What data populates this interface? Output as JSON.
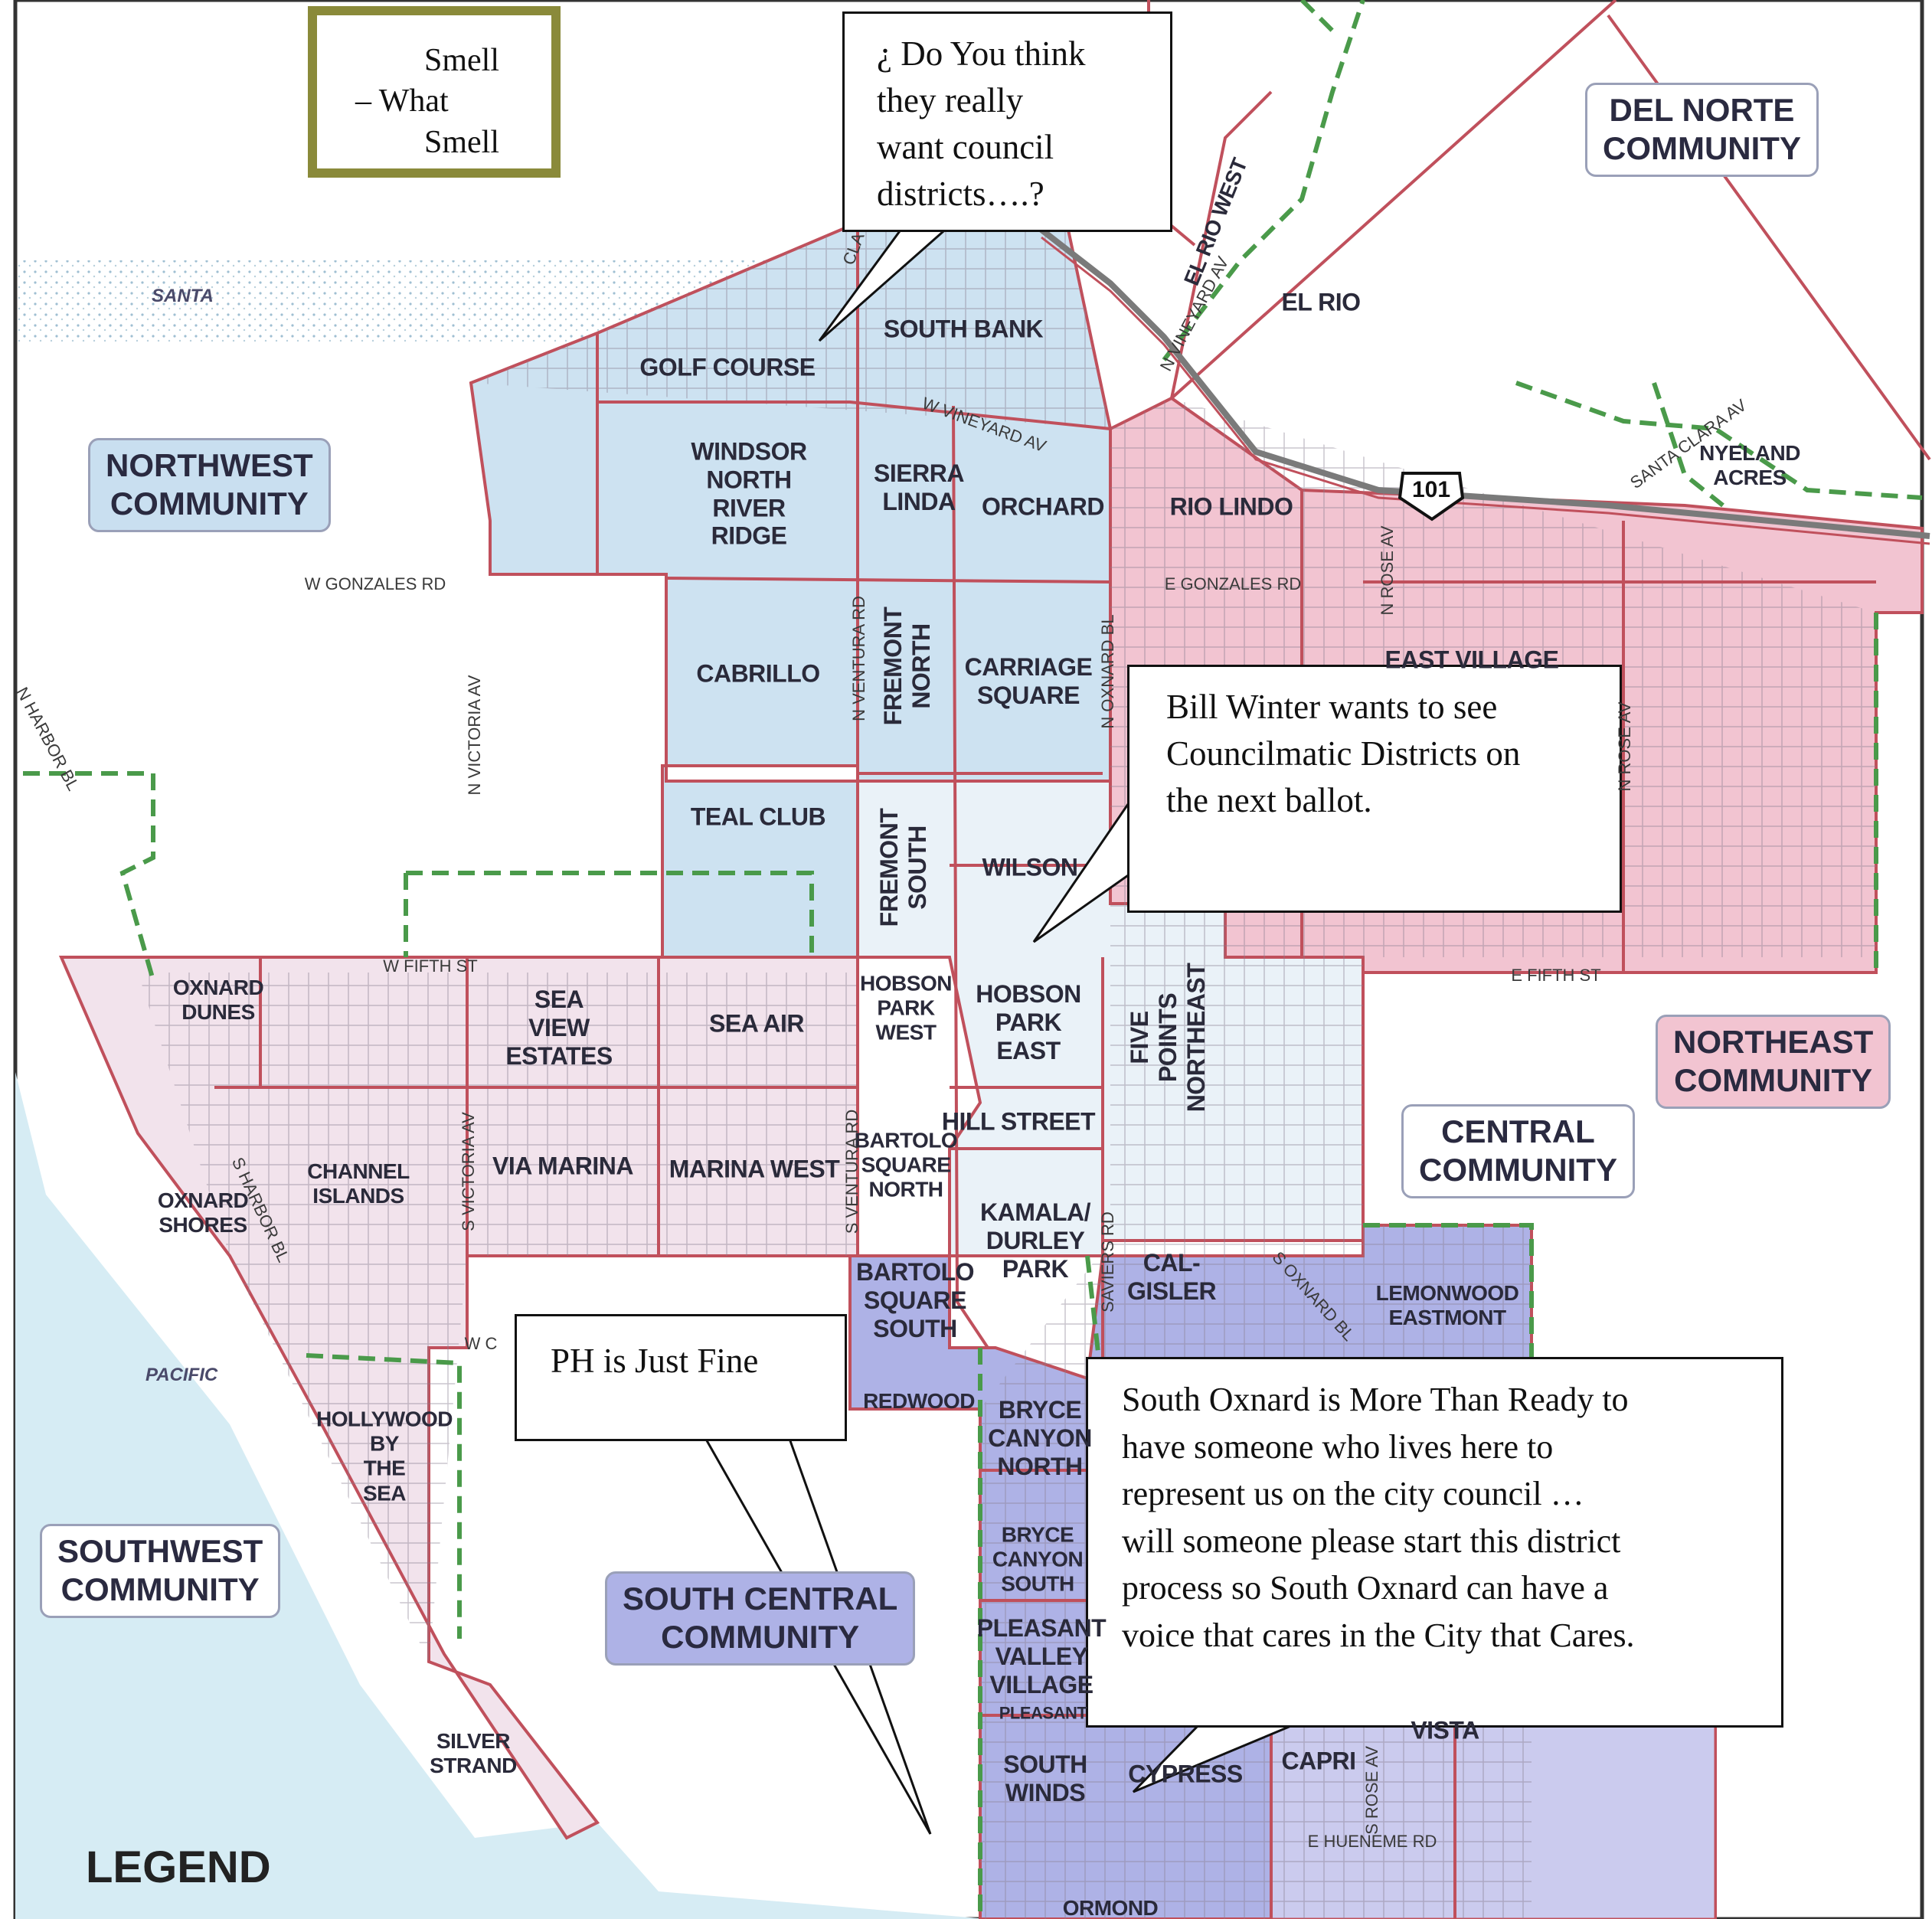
{
  "smell_box": {
    "line1": "Smell",
    "line2": "– What",
    "line3": "Smell"
  },
  "bubbles": {
    "council": "¿ Do You think\nthey really\nwant council\ndistricts….?",
    "bill": "Bill Winter wants to see\nCouncilmatic Districts on\nthe next ballot.",
    "ph": "PH is Just Fine",
    "south": "South Oxnard is More Than Ready to\nhave someone who lives here to\nrepresent us on the city council …\nwill someone please start this district\nprocess so South Oxnard can have a\nvoice that cares in the City that Cares."
  },
  "communities": {
    "northwest": "NORTHWEST\nCOMMUNITY",
    "delnorte": "DEL NORTE\nCOMMUNITY",
    "northeast": "NORTHEAST\nCOMMUNITY",
    "central": "CENTRAL\nCOMMUNITY",
    "southwest": "SOUTHWEST\nCOMMUNITY",
    "southcentral": "SOUTH CENTRAL\nCOMMUNITY"
  },
  "neighborhoods": {
    "golf_course": "GOLF COURSE",
    "south_bank": "SOUTH BANK",
    "windsor": "WINDSOR\nNORTH\nRIVER\nRIDGE",
    "sierra_linda": "SIERRA\nLINDA",
    "orchard": "ORCHARD",
    "rio_lindo": "RIO LINDO",
    "el_rio": "EL RIO",
    "el_rio_west": "EL RIO WEST",
    "nyeland": "NYELAND\nACRES",
    "east_village": "EAST VILLAGE",
    "cabrillo": "CABRILLO",
    "fremont_north": "FREMONT\nNORTH",
    "carriage_square": "CARRIAGE\nSQUARE",
    "teal_club": "TEAL CLUB",
    "fremont_south": "FREMONT\nSOUTH",
    "wilson": "WILSON",
    "oxnard_dunes": "OXNARD\nDUNES",
    "sea_view": "SEA\nVIEW\nESTATES",
    "sea_air": "SEA AIR",
    "hobson_west": "HOBSON\nPARK\nWEST",
    "hobson_east": "HOBSON\nPARK\nEAST",
    "five_points": "FIVE\nPOINTS\nNORTHEAST",
    "channel_islands": "CHANNEL\nISLANDS",
    "oxnard_shores": "OXNARD\nSHORES",
    "via_marina": "VIA MARINA",
    "marina_west": "MARINA WEST",
    "bartolo_north": "BARTOLO\nSQUARE\nNORTH",
    "hill_street": "HILL STREET",
    "kamala": "KAMALA/\nDURLEY\nPARK",
    "cal_gisler": "CAL-\nGISLER",
    "lemonwood": "LEMONWOOD\nEASTMONT",
    "bartolo_south": "BARTOLO\nSQUARE\nSOUTH",
    "redwood": "REDWOOD",
    "bryce_north": "BRYCE\nCANYON\nNORTH",
    "bryce_south": "BRYCE\nCANYON\nSOUTH",
    "hollywood": "HOLLYWOOD\nBY\nTHE\nSEA",
    "pleasant_valley": "PLEASANT\nVALLEY\nVILLAGE",
    "pleasant": "PLEASANT",
    "south_winds": "SOUTH\nWINDS",
    "cypress": "CYPRESS",
    "capri": "CAPRI",
    "vista": "VISTA",
    "silver_strand": "SILVER\nSTRAND",
    "ormond": "ORMOND"
  },
  "roads": {
    "w_vineyard": "W VINEYARD AV",
    "n_vineyard": "N VINEYARD AV",
    "w_gonzales": "W GONZALES RD",
    "e_gonzales": "E GONZALES RD",
    "n_ventura": "N VENTURA RD",
    "n_oxnard": "N OXNARD BL",
    "n_rose": "N ROSE AV",
    "rose_av": "N ROSE AV",
    "n_victoria": "N VICTORIA AV",
    "n_harbor": "N HARBOR BL",
    "w_fifth": "W FIFTH ST",
    "e_fifth": "E FIFTH ST",
    "s_harbor": "S HARBOR BL",
    "s_victoria": "S VICTORIA AV",
    "s_ventura": "S VENTURA RD",
    "saviers": "SAVIERS RD",
    "s_oxnard": "S OXNARD BL",
    "s_rose": "S ROSE AV",
    "e_hueneme": "E HUENEME RD",
    "santa_clara": "SANTA CLARA AV",
    "santa": "SANTA",
    "pacific": "PACIFIC",
    "wc": "W C",
    "hwy": "101",
    "cla": "CLA"
  },
  "legend": "LEGEND",
  "colors": {
    "northwest_fill": "#cfe3f2",
    "central_fill": "#e6f0f7",
    "southwest_fill": "#f3e2ec",
    "northeast_fill": "#f4c3d0",
    "southcentral_fill": "#aeb3e6",
    "boundary": "#c0505c",
    "city_limit": "#4a9a4a",
    "ocean": "#cfe8f1"
  }
}
